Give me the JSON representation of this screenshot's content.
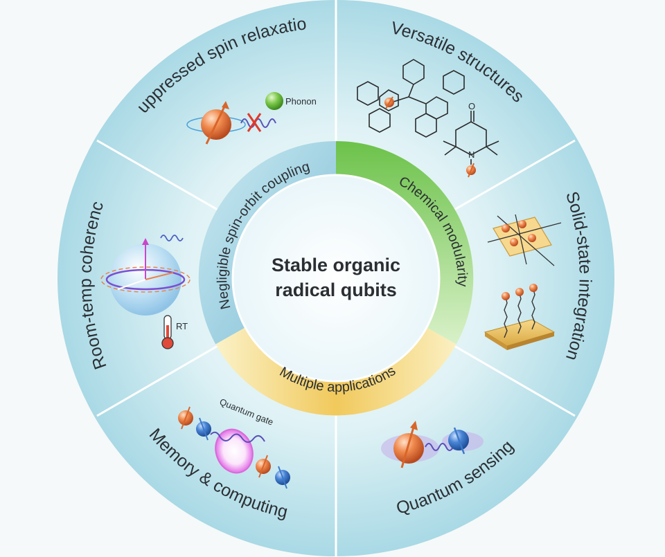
{
  "title": {
    "line1": "Stable organic",
    "line2": "radical qubits"
  },
  "inner_ring": {
    "spin_orbit": "Negligible spin-orbit coupling",
    "chemical": "Chemical modularity",
    "applications": "Multiple applications"
  },
  "segments": {
    "spin_relaxation": "Suppressed spin relaxation",
    "versatile": "Versatile structures",
    "solid_state": "Solid-state integration",
    "sensing": "Quantum sensing",
    "memory": "Memory  & computing",
    "room_temp": "Room-temp coherence"
  },
  "labels": {
    "phonon": "Phonon",
    "quantum_gate": "Quantum gate",
    "rt": "RT",
    "oxygen": "O",
    "nitrogen": "N"
  },
  "colors": {
    "background": "#f6f9f9",
    "outer_ring": "#bfe3ea",
    "inner_ring_blue": "#9fcfe0",
    "inner_ring_green": "#7fcf5a",
    "inner_ring_yellow": "#f2cf6a",
    "spin_up": "#e8834e",
    "spin_down": "#3d79c8",
    "phonon": "#76c043"
  }
}
